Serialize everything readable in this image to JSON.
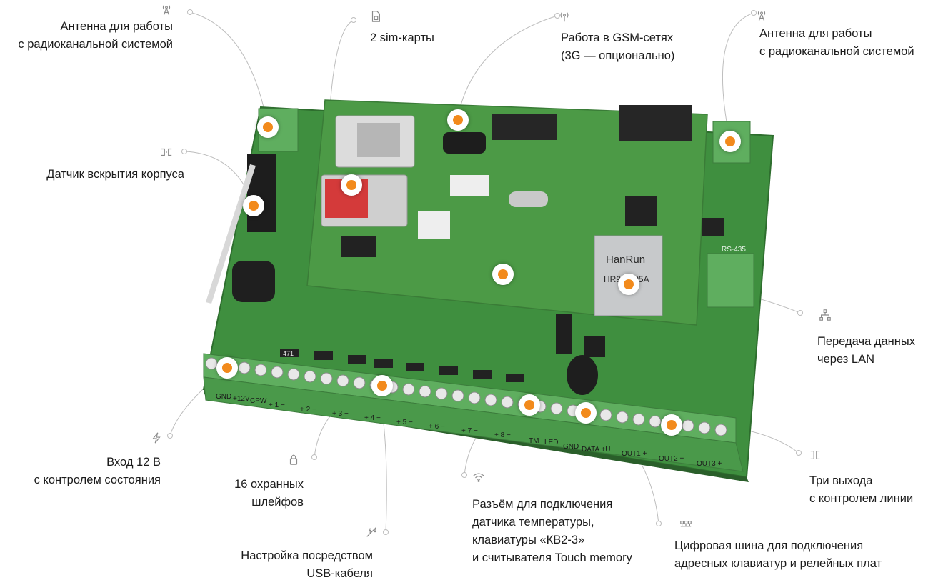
{
  "labels": {
    "antenna_left": "Антенна для работы\nс радиоканальной системой",
    "sim": "2 sim-карты",
    "gsm": "Работа в GSM-сетях\n(3G — опционально)",
    "antenna_right": "Антенна для работы\nс радиоканальной системой",
    "tamper": "Датчик вскрытия корпуса",
    "lan": "Передача данных\nчерез LAN",
    "power": "Вход 12 В\nс контролем состояния",
    "loops": "16 охранных\nшлейфов",
    "usb": "Настройка посредством\nUSB-кабеля",
    "temp": "Разъём для подключения\nдатчика температуры,\nклавиатуры «КВ2-3»\nи считывателя Touch memory",
    "bus": "Цифровая шина для подключения\nадресных клавиатур и релейных плат",
    "outputs": "Три выхода\nс контролем линии"
  },
  "board": {
    "jack_label": "HanRun",
    "jack_model": "HR911105A",
    "rs_label": "RS-435",
    "cap_label": "471",
    "terminal_labels": [
      "GND",
      "+12V",
      "CPW",
      "+ 1 −",
      "+ 2 −",
      "+ 3 −",
      "+ 4 −",
      "+ 5 −",
      "+ 6 −",
      "+ 7 −",
      "+ 8 −",
      "TM",
      "LED",
      "GND",
      "DATA +U",
      "OUT1 +",
      "OUT2 +",
      "OUT3 +"
    ]
  },
  "icons": {
    "antenna_left": "antenna-icon",
    "sim": "sim-card-icon",
    "gsm": "signal-icon",
    "antenna_right": "antenna-icon",
    "tamper": "tamper-sensor-icon",
    "lan": "network-icon",
    "power": "lightning-icon",
    "loops": "lock-icon",
    "usb": "usb-icon",
    "temp": "wifi-icon",
    "bus": "bus-icon",
    "outputs": "output-icon"
  },
  "colors": {
    "accent": "#f28a1c",
    "board": "#3f8f3f",
    "terminal": "#5fae5f"
  }
}
